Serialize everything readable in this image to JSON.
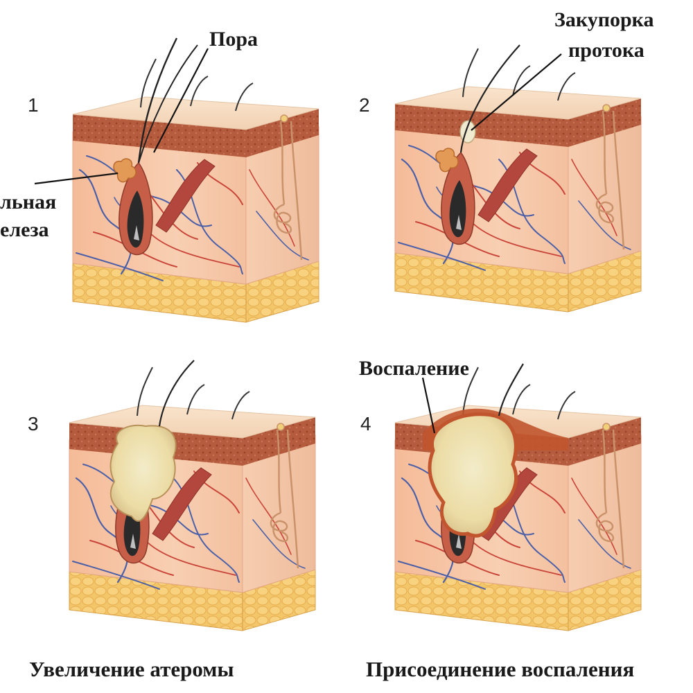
{
  "panels": [
    {
      "number": "1"
    },
    {
      "number": "2"
    },
    {
      "number": "3"
    },
    {
      "number": "4"
    }
  ],
  "labels": {
    "pore": "Пора",
    "gland_line1": "льная",
    "gland_line2": "елеза",
    "blockage_line1": "Закупорка",
    "blockage_line2": "протока",
    "inflammation": "Воспаление"
  },
  "captions": {
    "growth": "Увеличение атеромы",
    "inflammation_added": "Присоединение воспаления"
  },
  "colors": {
    "dermis": "#f6c2a1",
    "epidermis_top": "#f7dcc0",
    "epidermis_band": "#b85d3f",
    "fat_layer": "#f2c065",
    "follicle": "#2a2a2a",
    "cyst": "#f0e2b4",
    "inflamed_border": "#c0552e",
    "vessel_blue": "#4a5fa8",
    "vessel_red": "#c94438"
  }
}
